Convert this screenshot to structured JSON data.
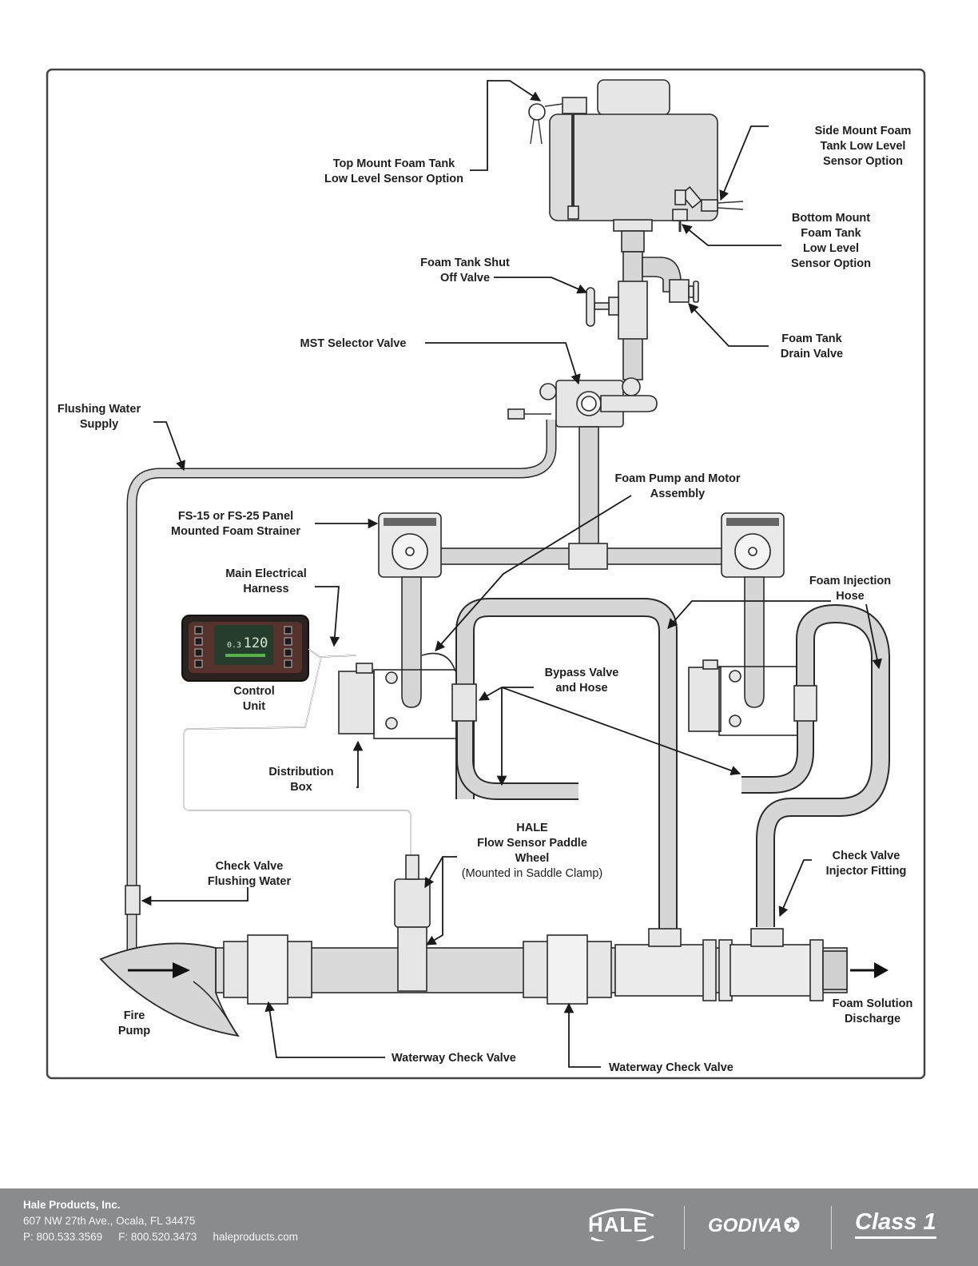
{
  "diagram": {
    "title": "Foam system component layout",
    "labels": {
      "top_mount_sensor": [
        "Top Mount Foam Tank",
        "Low Level Sensor Option"
      ],
      "side_mount_sensor": [
        "Side Mount Foam",
        "Tank Low Level",
        "Sensor Option"
      ],
      "bottom_mount_sensor": [
        "Bottom Mount",
        "Foam Tank",
        "Low Level",
        "Sensor Option"
      ],
      "shut_off_valve": [
        "Foam Tank Shut",
        "Off Valve"
      ],
      "drain_valve": [
        "Foam Tank",
        "Drain Valve"
      ],
      "mst_selector_valve": [
        "MST Selector Valve"
      ],
      "flushing_water_supply": [
        "Flushing Water",
        "Supply"
      ],
      "foam_pump_motor": [
        "Foam Pump and Motor",
        "Assembly"
      ],
      "foam_strainer": [
        "FS-15 or FS-25 Panel",
        "Mounted Foam Strainer"
      ],
      "main_harness": [
        "Main Electrical",
        "Harness"
      ],
      "foam_injection_hose": [
        "Foam Injection",
        "Hose"
      ],
      "control_unit": [
        "Control",
        "Unit"
      ],
      "bypass_valve": [
        "Bypass Valve",
        "and Hose"
      ],
      "distribution_box": [
        "Distribution",
        "Box"
      ],
      "flow_sensor": [
        "HALE",
        "Flow Sensor Paddle",
        "Wheel"
      ],
      "flow_sensor_note": "(Mounted in Saddle Clamp)",
      "check_valve_flushing": [
        "Check Valve",
        "Flushing Water"
      ],
      "check_valve_injector": [
        "Check Valve",
        "Injector Fitting"
      ],
      "fire_pump": [
        "Fire",
        "Pump"
      ],
      "waterway_check_valve_1": "Waterway Check Valve",
      "waterway_check_valve_2": "Waterway Check Valve",
      "foam_solution_discharge": [
        "Foam Solution",
        "Discharge"
      ]
    },
    "control_display_value": "120",
    "control_display_small": "0.3"
  },
  "footer": {
    "company": "Hale Products, Inc.",
    "address": "607 NW 27th Ave., Ocala, FL 34475",
    "phone": "P: 800.533.3569",
    "fax": "F: 800.520.3473",
    "website": "haleproducts.com",
    "logos": {
      "hale": "HALE",
      "godiva": "GODIVA",
      "class1": "Class 1"
    },
    "background_color": "#8a8b8d"
  }
}
